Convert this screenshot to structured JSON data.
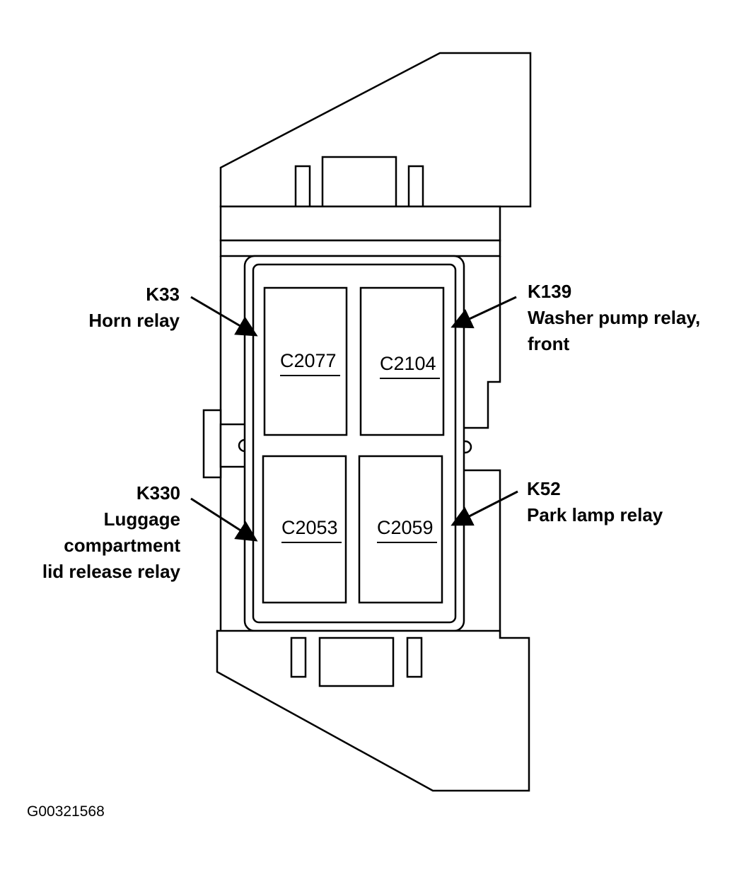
{
  "relays": [
    {
      "code": "K33",
      "description_lines": [
        "Horn relay"
      ],
      "connector": "C2077"
    },
    {
      "code": "K139",
      "description_lines": [
        "Washer pump relay,",
        "front"
      ],
      "connector": "C2104"
    },
    {
      "code": "K330",
      "description_lines": [
        "Luggage",
        "compartment",
        "lid release relay"
      ],
      "connector": "C2053"
    },
    {
      "code": "K52",
      "description_lines": [
        "Park lamp relay"
      ],
      "connector": "C2059"
    }
  ],
  "figure_id": "G00321568",
  "colors": {
    "ink": "#000000",
    "paper": "#ffffff"
  }
}
